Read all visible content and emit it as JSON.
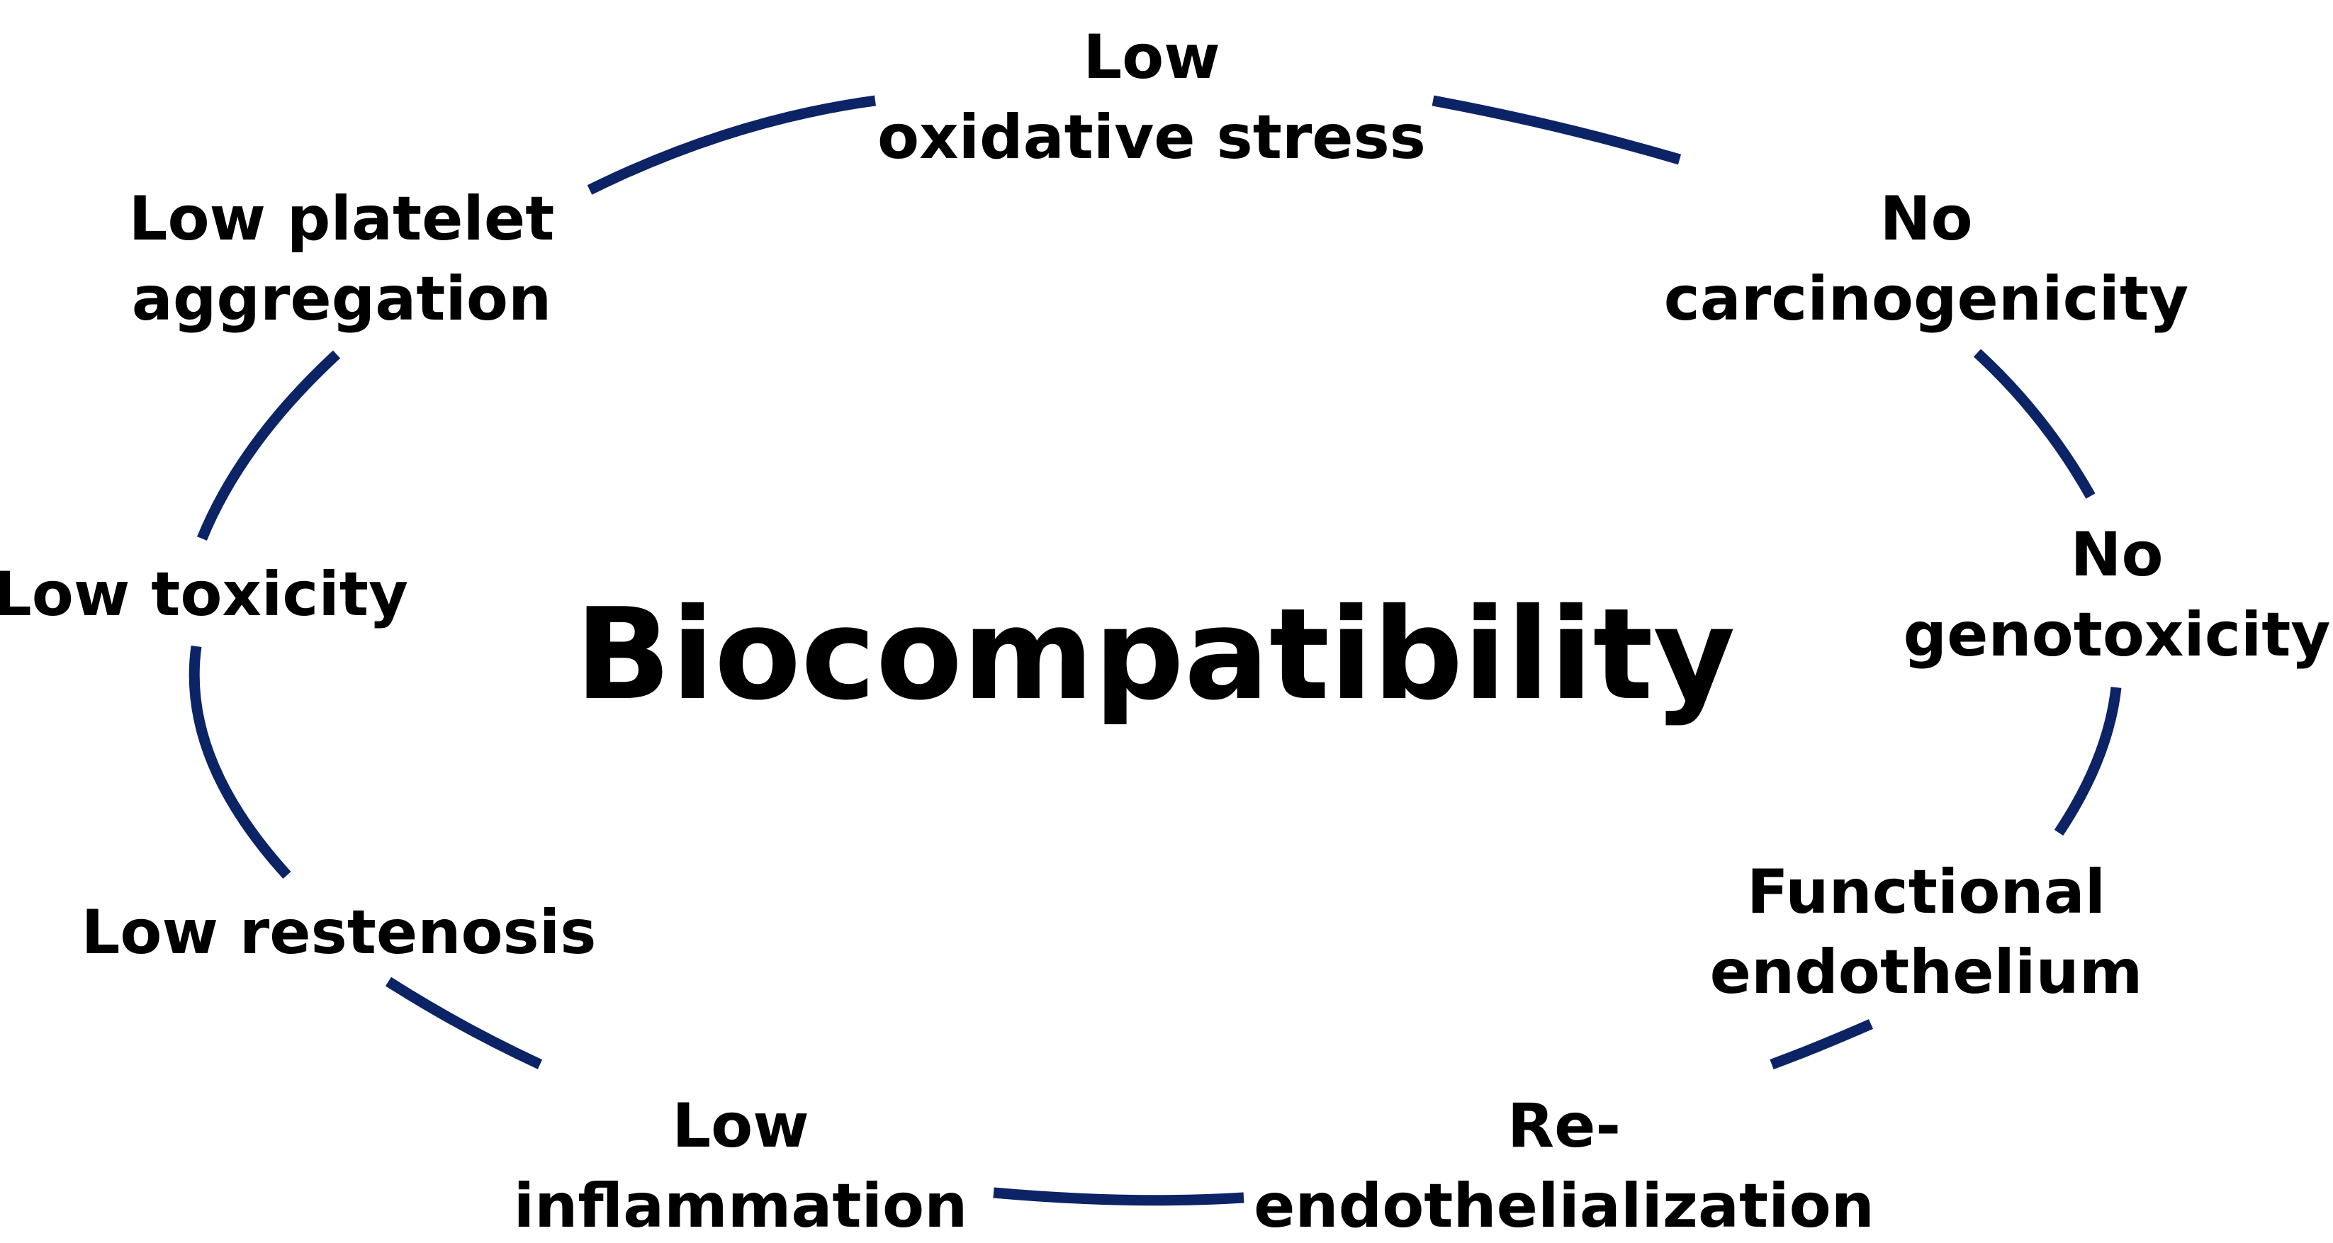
{
  "colors": {
    "ring": "#0c2466",
    "text": "#000000",
    "background": "#ffffff"
  },
  "center_title": "Biocompatibility",
  "labels": [
    {
      "id": "low-oxidative-stress",
      "lines": [
        "Low",
        "oxidative stress"
      ]
    },
    {
      "id": "no-carcinogenicity",
      "lines": [
        "No",
        "carcinogenicity"
      ]
    },
    {
      "id": "no-genotoxicity",
      "lines": [
        "No",
        "genotoxicity"
      ]
    },
    {
      "id": "functional-endothelium",
      "lines": [
        "Functional",
        "endothelium"
      ]
    },
    {
      "id": "re-endothelialization",
      "lines": [
        "Re-",
        "endothelialization"
      ]
    },
    {
      "id": "low-inflammation",
      "lines": [
        "Low",
        "inflammation"
      ]
    },
    {
      "id": "low-restenosis",
      "lines": [
        "Low restenosis"
      ]
    },
    {
      "id": "low-toxicity",
      "lines": [
        "Low toxicity"
      ]
    },
    {
      "id": "low-platelet-aggregation",
      "lines": [
        "Low platelet",
        "aggregation"
      ]
    }
  ]
}
